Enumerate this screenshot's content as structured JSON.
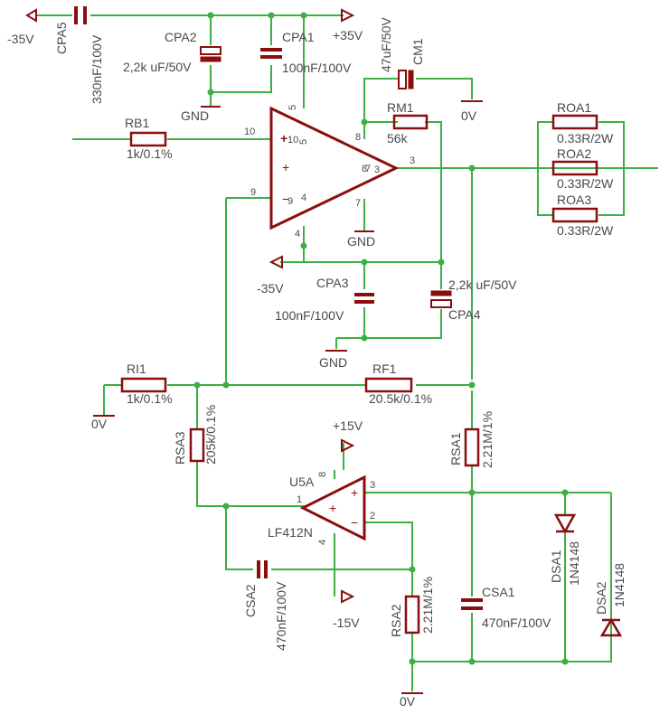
{
  "labels": {
    "n35v_top": "-35V",
    "p35v_top": "+35V",
    "cpa5": "CPA5",
    "cpa5_val": "330nF/100V",
    "cpa2": "CPA2",
    "cpa2_val": "2,2k uF/50V",
    "cpa1": "CPA1",
    "cpa1_val": "100nF/100V",
    "gnd1": "GND",
    "cm1": "CM1",
    "cm1_val": "47uF/50V",
    "zero_v1": "0V",
    "rm1": "RM1",
    "rm1_val": "56k",
    "rb1": "RB1",
    "rb1_val": "1k/0.1%",
    "roa1": "ROA1",
    "roa1_val": "0.33R/2W",
    "roa2": "ROA2",
    "roa2_val": "0.33R/2W",
    "roa3": "ROA3",
    "roa3_val": "0.33R/2W",
    "gnd2": "GND",
    "n35v_mid": "-35V",
    "cpa3": "CPA3",
    "cpa3_val": "100nF/100V",
    "cpa4": "CPA4",
    "cpa4_val": "2,2k uF/50V",
    "gnd3": "GND",
    "ri1": "RI1",
    "ri1_val": "1k/0.1%",
    "zero_v2": "0V",
    "rf1": "RF1",
    "rf1_val": "20.5k/0.1%",
    "rsa3": "RSA3",
    "rsa3_val": "205k/0.1%",
    "rsa1": "RSA1",
    "rsa1_val": "2.21M/1%",
    "p15v": "+15V",
    "u5a": "U5A",
    "u5a_val": "LF412N",
    "n15v": "-15V",
    "csa2": "CSA2",
    "csa2_val": "470nF/100V",
    "rsa2": "RSA2",
    "rsa2_val": "2.21M/1%",
    "csa1": "CSA1",
    "csa1_val": "470nF/100V",
    "dsa1": "DSA1",
    "dsa1_val": "1N4148",
    "dsa2": "DSA2",
    "dsa2_val": "1N4148",
    "zero_v3": "0V"
  },
  "pins": {
    "p10": "10",
    "p9": "9",
    "p5": "5",
    "p8": "8",
    "p4": "4",
    "p7": "7",
    "p3": "3",
    "p10b": "10",
    "p9b": "9",
    "p5b": "5",
    "p8b": "8",
    "p4b": "4",
    "p7b": "7",
    "u_p1": "1",
    "u_p2": "2",
    "u_p3": "3",
    "u_p8": "8",
    "u_p4": "4"
  }
}
